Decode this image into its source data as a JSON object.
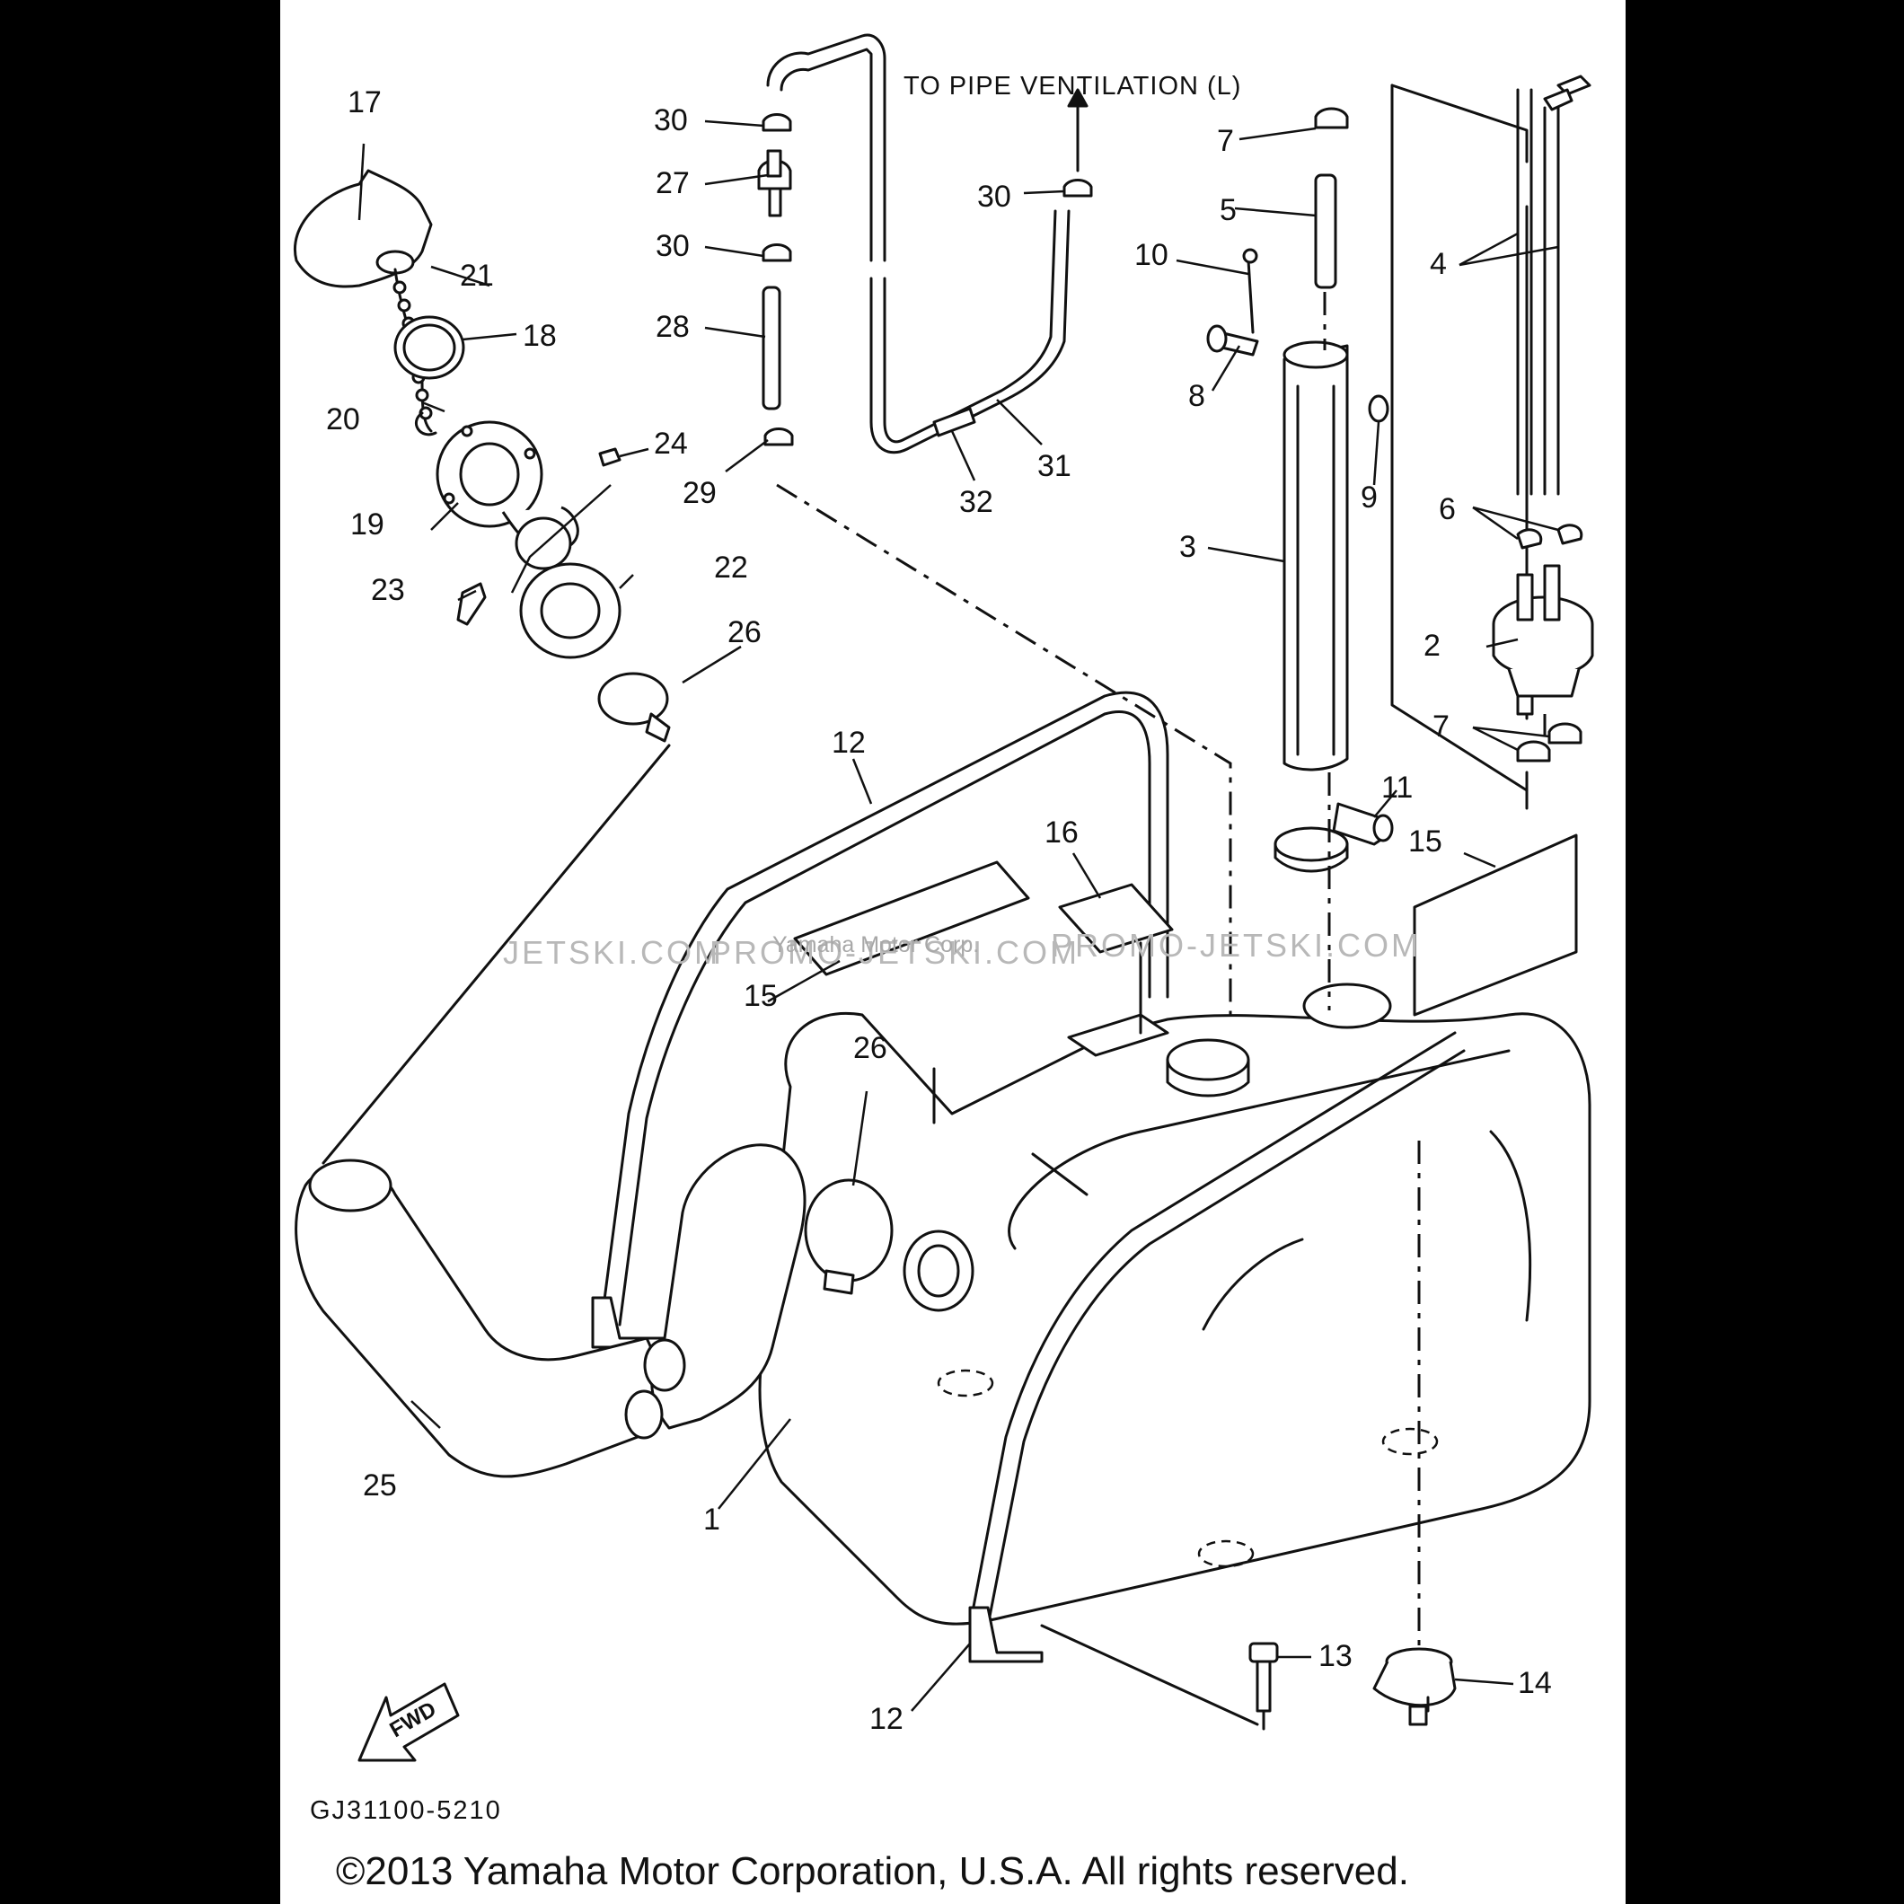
{
  "diagram": {
    "note_ventilation": "TO PIPE VENTILATION (L)",
    "drawing_code": "GJ31100-5210",
    "copyright": "©2013 Yamaha Motor Corporation, U.S.A. All rights reserved.",
    "fwd_label": "FWD",
    "watermark_left": "JETSKI.COM",
    "watermark_mid": "PROMO-JETSKI.COM",
    "watermark_right": "PROMO-JETSKI.COM",
    "watermark_corp": "Yamaha Motor Corp."
  },
  "callouts": [
    {
      "id": "c1",
      "label": "1"
    },
    {
      "id": "c2",
      "label": "2"
    },
    {
      "id": "c3",
      "label": "3"
    },
    {
      "id": "c4",
      "label": "4"
    },
    {
      "id": "c5",
      "label": "5"
    },
    {
      "id": "c6",
      "label": "6"
    },
    {
      "id": "c7a",
      "label": "7"
    },
    {
      "id": "c7b",
      "label": "7"
    },
    {
      "id": "c8",
      "label": "8"
    },
    {
      "id": "c9",
      "label": "9"
    },
    {
      "id": "c10",
      "label": "10"
    },
    {
      "id": "c11",
      "label": "11"
    },
    {
      "id": "c12a",
      "label": "12"
    },
    {
      "id": "c12b",
      "label": "12"
    },
    {
      "id": "c13",
      "label": "13"
    },
    {
      "id": "c14",
      "label": "14"
    },
    {
      "id": "c15a",
      "label": "15"
    },
    {
      "id": "c15b",
      "label": "15"
    },
    {
      "id": "c16",
      "label": "16"
    },
    {
      "id": "c17",
      "label": "17"
    },
    {
      "id": "c18",
      "label": "18"
    },
    {
      "id": "c19",
      "label": "19"
    },
    {
      "id": "c20",
      "label": "20"
    },
    {
      "id": "c21",
      "label": "21"
    },
    {
      "id": "c22",
      "label": "22"
    },
    {
      "id": "c23",
      "label": "23"
    },
    {
      "id": "c24",
      "label": "24"
    },
    {
      "id": "c25",
      "label": "25"
    },
    {
      "id": "c26a",
      "label": "26"
    },
    {
      "id": "c26b",
      "label": "26"
    },
    {
      "id": "c27",
      "label": "27"
    },
    {
      "id": "c28",
      "label": "28"
    },
    {
      "id": "c29",
      "label": "29"
    },
    {
      "id": "c30a",
      "label": "30"
    },
    {
      "id": "c30b",
      "label": "30"
    },
    {
      "id": "c30c",
      "label": "30"
    },
    {
      "id": "c31",
      "label": "31"
    },
    {
      "id": "c32",
      "label": "32"
    }
  ]
}
